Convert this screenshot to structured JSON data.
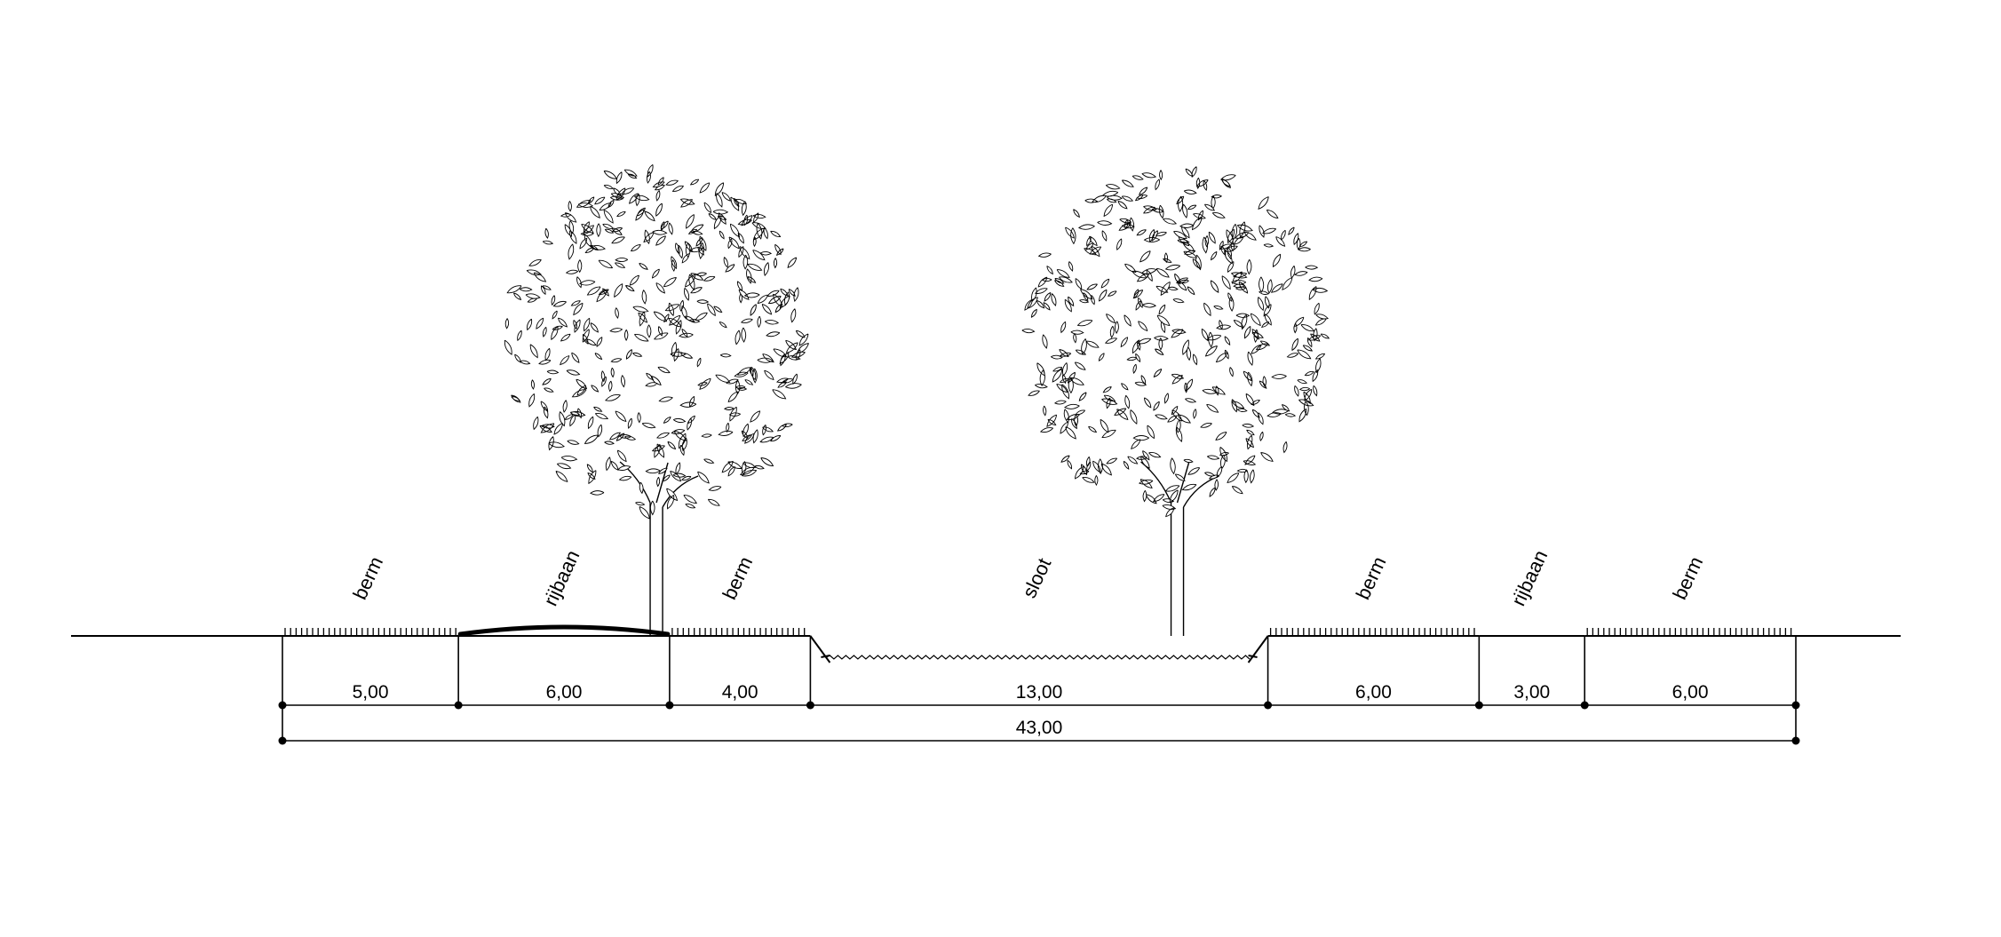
{
  "total": {
    "label": "43,00",
    "value": 43.0
  },
  "segments": [
    {
      "label": "berm",
      "width_label": "5,00",
      "width": 5,
      "surface": "grass"
    },
    {
      "label": "rijbaan",
      "width_label": "6,00",
      "width": 6,
      "surface": "road"
    },
    {
      "label": "berm",
      "width_label": "4,00",
      "width": 4,
      "surface": "grass"
    },
    {
      "label": "sloot",
      "width_label": "13,00",
      "width": 13,
      "surface": "ditch"
    },
    {
      "label": "berm",
      "width_label": "6,00",
      "width": 6,
      "surface": "grass"
    },
    {
      "label": "rijbaan",
      "width_label": "3,00",
      "width": 3,
      "surface": "none"
    },
    {
      "label": "berm",
      "width_label": "6,00",
      "width": 6,
      "surface": "grass"
    }
  ],
  "trees": [
    {
      "name": "tree-left",
      "position_m": 10.6
    },
    {
      "name": "tree-right",
      "position_m": 25.4
    }
  ],
  "colors": {
    "line": "#000000",
    "background": "#ffffff"
  }
}
